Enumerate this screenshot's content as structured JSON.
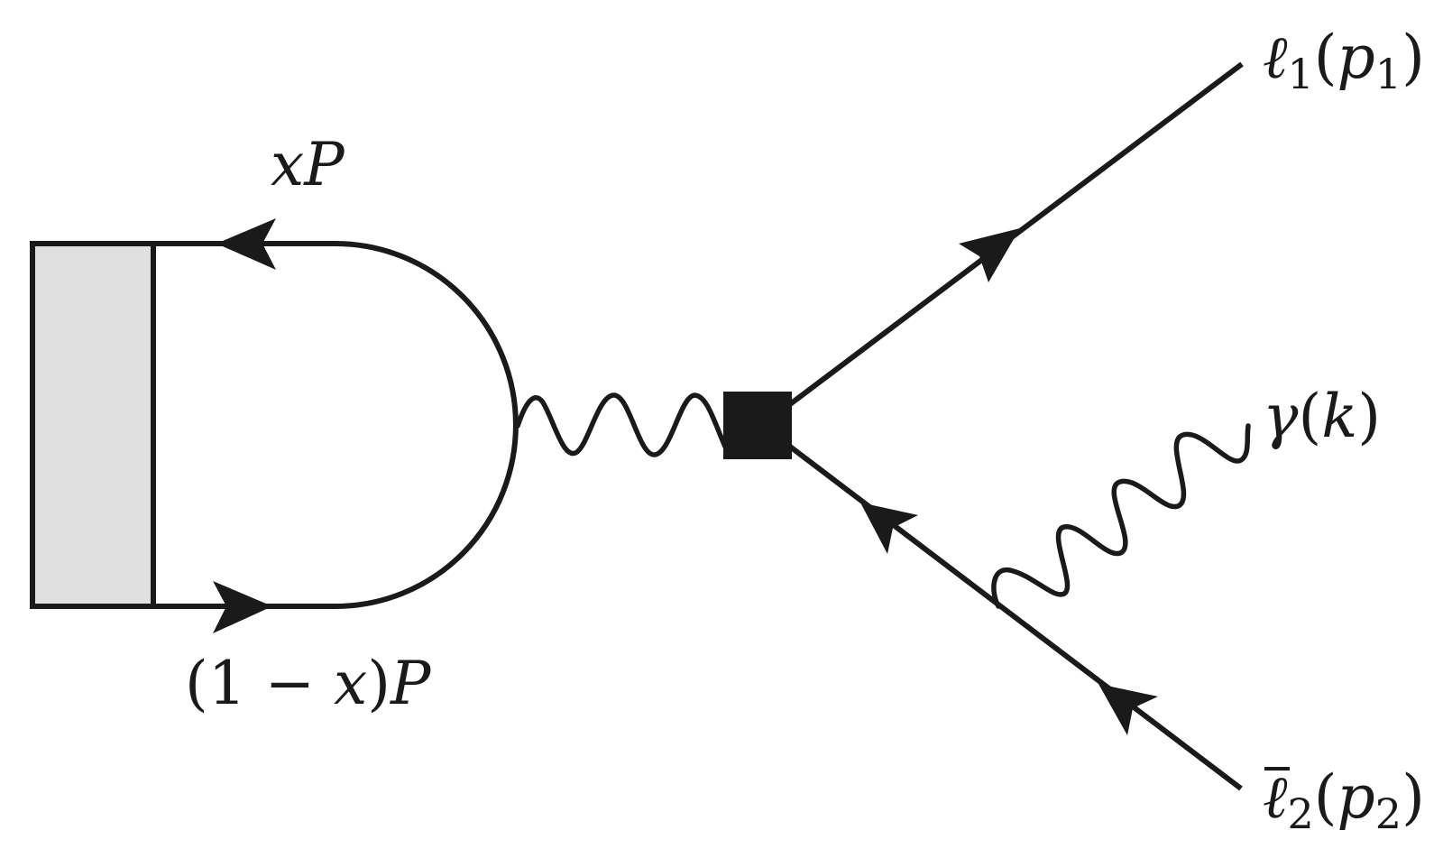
{
  "diagram": {
    "labels": {
      "upper_quark": {
        "var": "x",
        "mom": "P"
      },
      "lower_quark": {
        "open": "(",
        "one": "1",
        "minus": " − ",
        "var": "x",
        "close": ")",
        "mom": "P"
      },
      "lepton1": {
        "sym": "ℓ",
        "idx": "1",
        "open": "(",
        "mom": "p",
        "mom_idx": "1",
        "close": ")"
      },
      "photon": {
        "sym": "γ",
        "open": "(",
        "mom": "k",
        "close": ")"
      },
      "antilepton2": {
        "sym": "ℓ",
        "idx": "2",
        "open": "(",
        "mom": "p",
        "mom_idx": "2",
        "close": ")"
      }
    },
    "colors": {
      "ink": "#1a1a1a",
      "meson_blob_fill": "#e0e0e0"
    }
  }
}
